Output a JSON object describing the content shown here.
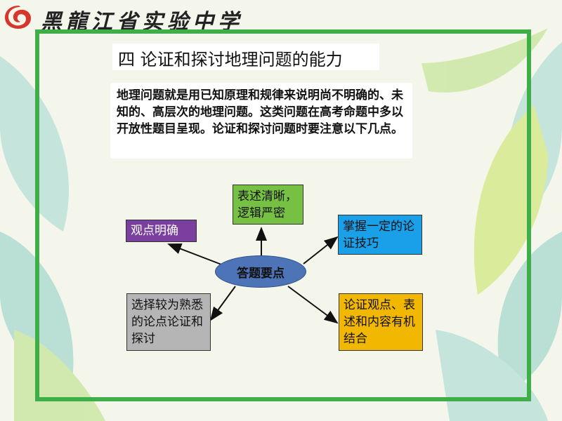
{
  "header": {
    "school_name": "黑龍江省实验中学",
    "logo_icon": "swirl-logo-icon"
  },
  "slide": {
    "title": "四 论证和探讨地理问题的能力",
    "intro": "地理问题就是用已知原理和规律来说明尚不明确的、未知的、高层次的地理问题。这类问题在高考命题中多以开放性题目呈现。论证和探讨问题时要注意以下几点。"
  },
  "diagram": {
    "center": "答题要点",
    "nodes": {
      "top": "表述清晰，逻辑严密",
      "left": "观点明确",
      "right": "掌握一定的论证技巧",
      "bottom_left": "选择较为熟悉的论点论证和探讨",
      "bottom_right": "论证观点、表述和内容有机结合"
    }
  },
  "colors": {
    "frame": "#3fae49",
    "logo": "#d6362c",
    "node_top": "#76c043",
    "node_left": "#7a3f9f",
    "node_right": "#1aa0e8",
    "node_bottom_left": "#b5b5b5",
    "node_bottom_right": "#f2b700",
    "center": "#4e74b8"
  }
}
